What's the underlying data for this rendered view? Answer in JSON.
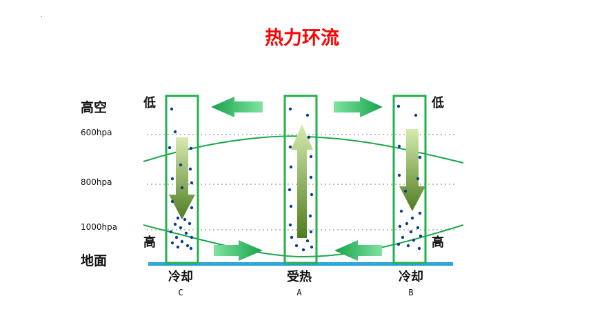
{
  "title": "热力环流",
  "altitude_labels": {
    "high": "高空",
    "ground": "地面"
  },
  "pressure_labels": [
    "600hpa",
    "800hpa",
    "1000hpa"
  ],
  "columns": {
    "left": {
      "top_pressure": "低",
      "bottom_pressure": "高",
      "state": "冷却",
      "letter": "C"
    },
    "center": {
      "state": "受热",
      "letter": "A"
    },
    "right": {
      "top_pressure": "低",
      "bottom_pressure": "高",
      "state": "冷却",
      "letter": "B"
    }
  },
  "colors": {
    "title": "#ff0000",
    "column_border": "#22b14c",
    "arrow": "#1db954",
    "isobar": "#1aa64a",
    "dots": "#0b3d91",
    "ground": "#1e9fd8",
    "gridline": "#bfbfbf"
  }
}
